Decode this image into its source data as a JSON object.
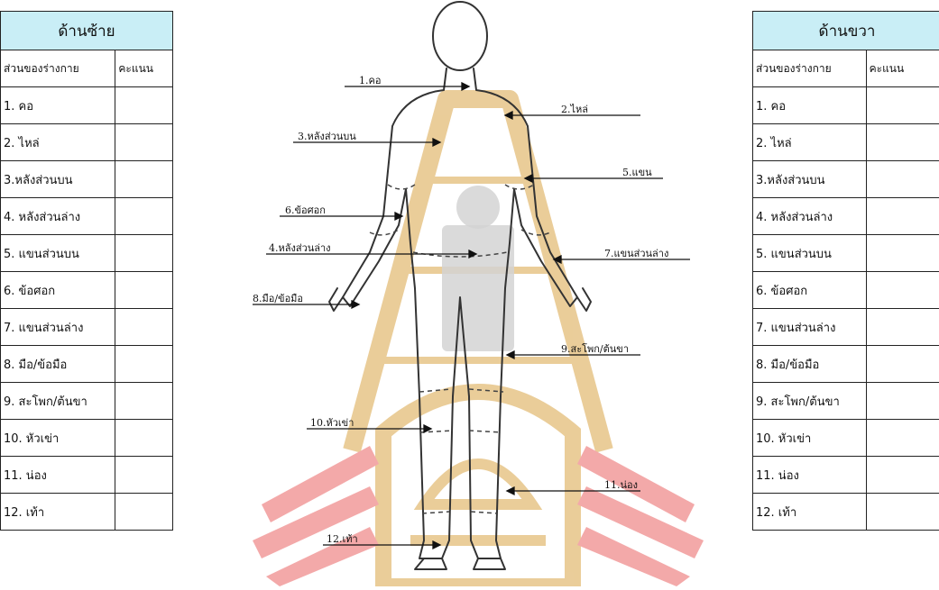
{
  "left_table": {
    "title": "ด้านซ้าย",
    "col_part": "ส่วนของร่างกาย",
    "col_score": "คะแนน",
    "rows": [
      "1. คอ",
      "2. ไหล่",
      "3.หลังส่วนบน",
      "4. หลังส่วนล่าง",
      "5. แขนส่วนบน",
      "6. ข้อศอก",
      "7. แขนส่วนล่าง",
      "8. มือ/ข้อมือ",
      "9. สะโพก/ต้นขา",
      "10. หัวเข่า",
      "11. น่อง",
      "12. เท้า"
    ],
    "scores": [
      "",
      "",
      "",
      "",
      "",
      "",
      "",
      "",
      "",
      "",
      "",
      ""
    ]
  },
  "right_table": {
    "title": "ด้านขวา",
    "col_part": "ส่วนของร่างกาย",
    "col_score": "คะแนน",
    "rows": [
      "1. คอ",
      "2. ไหล่",
      "3.หลังส่วนบน",
      "4. หลังส่วนล่าง",
      "5. แขนส่วนบน",
      "6. ข้อศอก",
      "7. แขนส่วนล่าง",
      "8. มือ/ข้อมือ",
      "9. สะโพก/ต้นขา",
      "10. หัวเข่า",
      "11. น่อง",
      "12. เท้า"
    ],
    "scores": [
      "",
      "",
      "",
      "",
      "",
      "",
      "",
      "",
      "",
      "",
      "",
      ""
    ]
  },
  "diagram_labels": {
    "neck": "1.คอ",
    "shoulder": "2.ไหล่",
    "upper_back": "3.หลังส่วนบน",
    "low_back": "4.หลังส่วนล่าง",
    "upper_arm": "5.แขน",
    "elbow": "6.ข้อศอก",
    "forearm": "7.แขนส่วนล่าง",
    "hand_wrist": "8.มือ/ข้อมือ",
    "hip_thigh": "9.สะโพก/ต้นขา",
    "knee": "10.หัวเข่า",
    "calf": "11.น่อง",
    "foot": "12.เท้า"
  },
  "colors": {
    "table_header_bg": "#c9eef6",
    "watermark_gold": "#e8c88f",
    "watermark_red": "#f2a0a0",
    "watermark_gray": "#c9c9c9"
  },
  "icons": {
    "watermark": "university-seal-watermark",
    "figure": "human-body-back-view-figure"
  }
}
